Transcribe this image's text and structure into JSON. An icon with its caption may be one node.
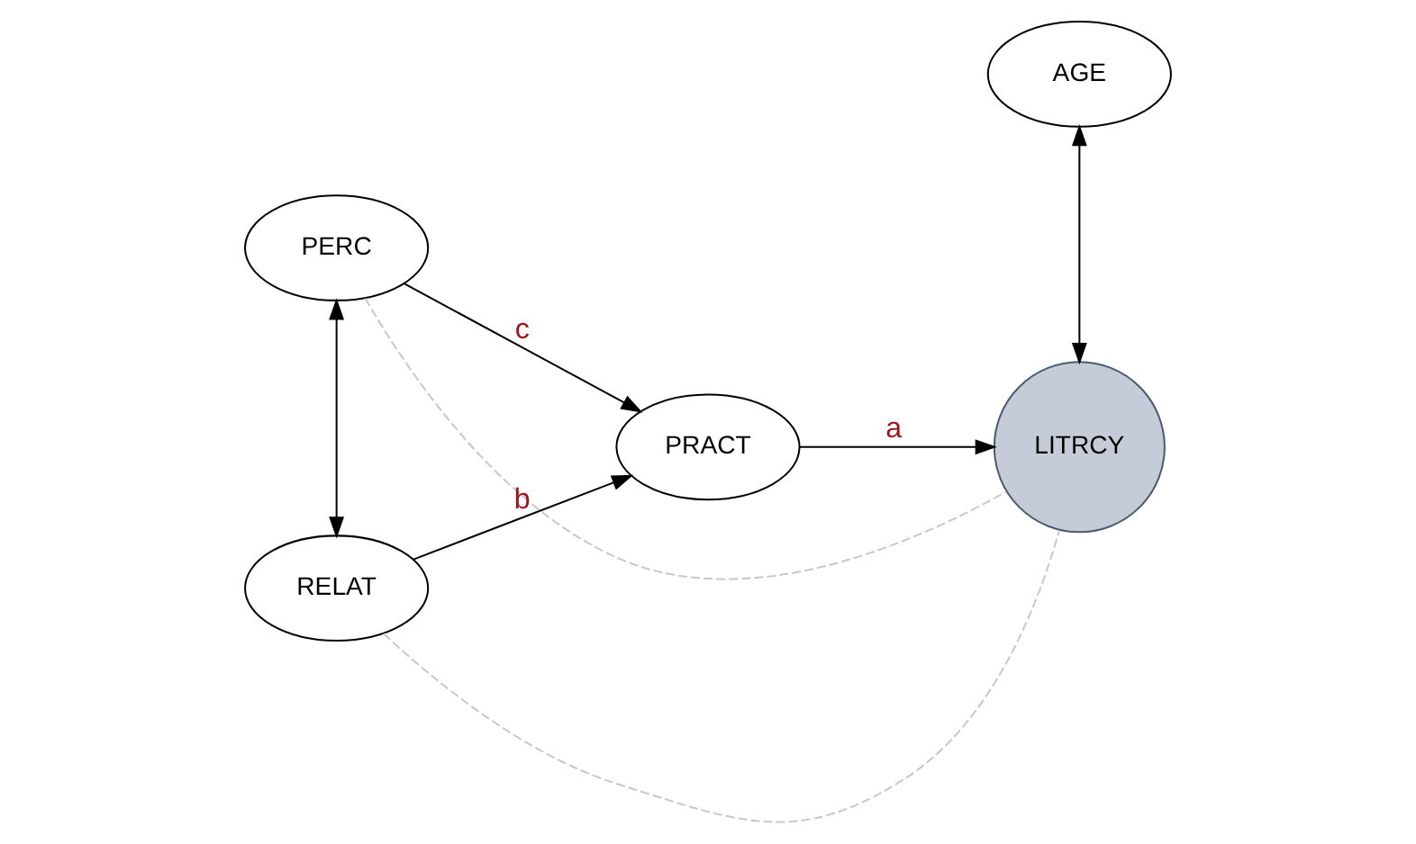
{
  "diagram": {
    "nodes": [
      {
        "text": [
          "PERC"
        ]
      },
      {
        "text": [
          "RELAT"
        ]
      },
      {
        "text": [
          "PRACT"
        ]
      },
      {
        "text": [
          "AGE"
        ]
      },
      {
        "text": [
          "LITRCY"
        ]
      }
    ],
    "edges": [
      {
        "from": 0,
        "to": 1,
        "arrow": "both"
      },
      {
        "from": 0,
        "to": 2,
        "arrow": "to",
        "label": "c"
      },
      {
        "from": 1,
        "to": 2,
        "arrow": "to",
        "label": "b"
      },
      {
        "from": 2,
        "to": 4,
        "arrow": "to",
        "label": "a"
      },
      {
        "from": 3,
        "to": 4,
        "arrow": "both"
      },
      {
        "from": 0,
        "to": 4,
        "arrow": "none",
        "style": "dashed",
        "color": "#c8c8c8"
      },
      {
        "from": 1,
        "to": 4,
        "arrow": "none",
        "style": "dashed",
        "color": "#c8c8c8"
      }
    ]
  }
}
